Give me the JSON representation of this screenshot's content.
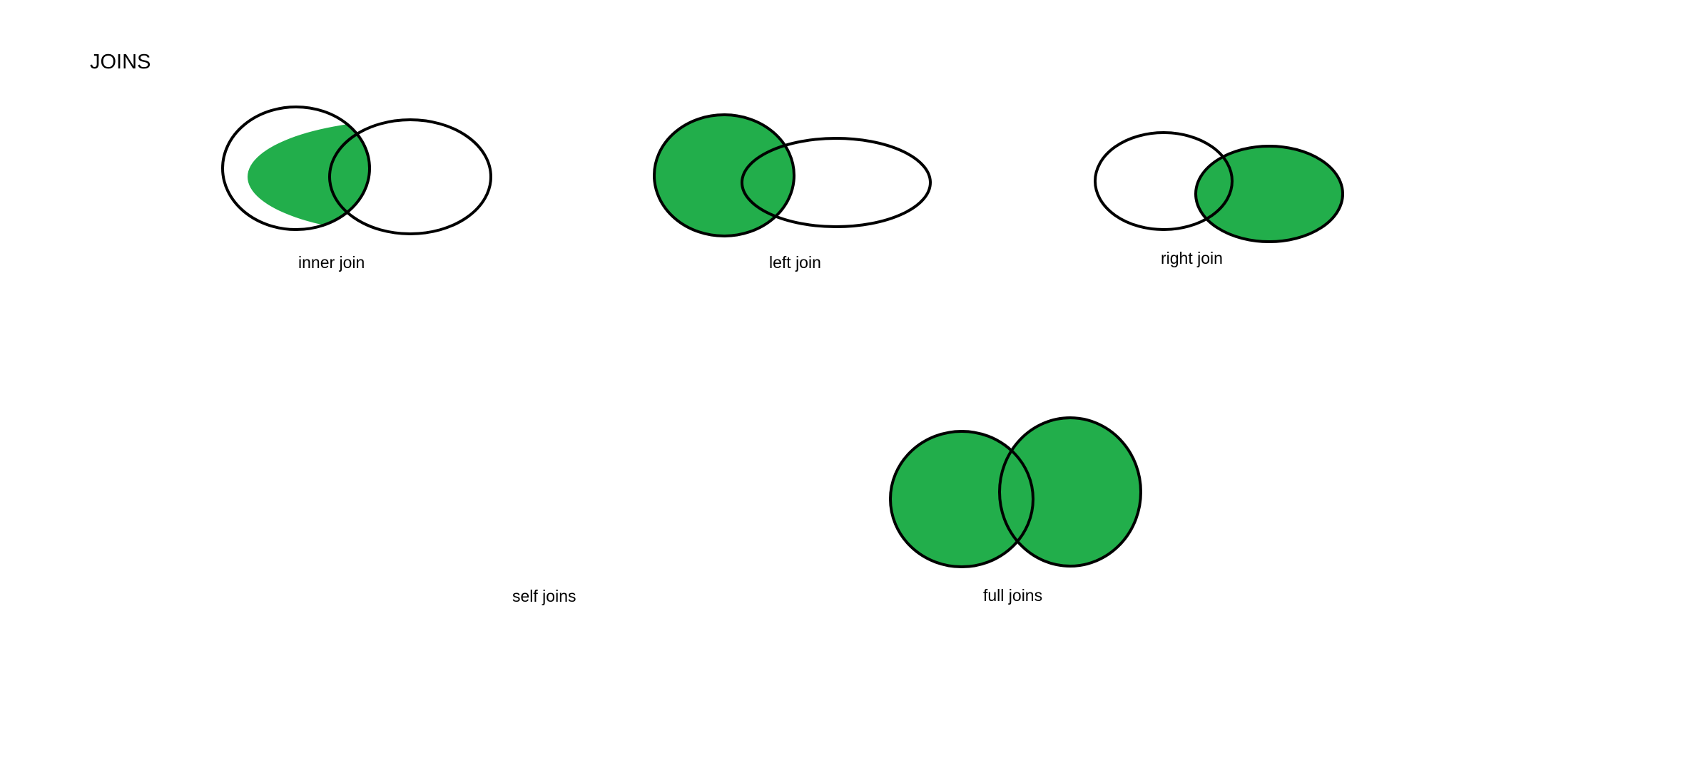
{
  "page_title": "JOINS",
  "colors": {
    "fill": "#22ae4b",
    "stroke": "#000000",
    "background": "#ffffff"
  },
  "diagrams": [
    {
      "id": "inner",
      "label": "inner join"
    },
    {
      "id": "left",
      "label": "left join"
    },
    {
      "id": "right",
      "label": "right join"
    },
    {
      "id": "self",
      "label": "self joins"
    },
    {
      "id": "full",
      "label": "full joins"
    }
  ]
}
